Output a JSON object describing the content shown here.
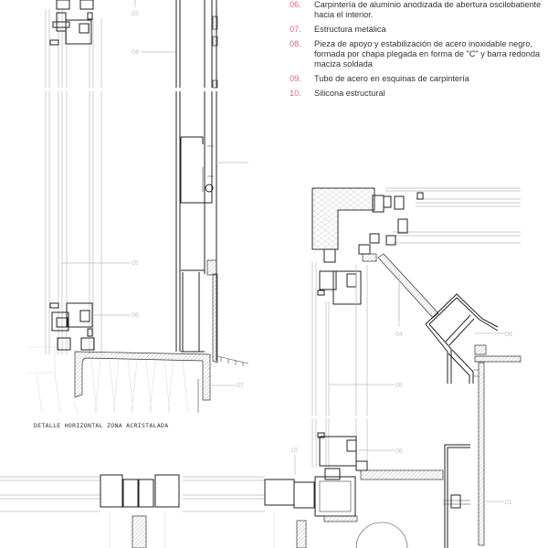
{
  "legend": [
    {
      "num": "06.",
      "text": "Carpintería de aluminio anodizada de abertura oscilobatiente hacia el interior."
    },
    {
      "num": "07.",
      "text": "Estructura metálica"
    },
    {
      "num": "08.",
      "text": "Pieza de apoyo y estabilización de acero inoxidable negro, formada por chapa plegada en forma de \"C\" y barra redonda maciza soldada"
    },
    {
      "num": "09.",
      "text": "Tubo de acero en esquinas de carpintería"
    },
    {
      "num": "10.",
      "text": "Silicona estructural"
    }
  ],
  "caption": "DETALLE HORIZONTAL ZONA ACRISTALADA",
  "left_labels": {
    "l03": "03",
    "l04": "04",
    "l05": "05",
    "l06": "06",
    "l07": "07"
  },
  "right_labels": {
    "l04": "04",
    "l05": "05",
    "l06": "06",
    "l08": "08",
    "l01": "01",
    "l10": "10"
  },
  "colors": {
    "legend_number": "#d4707a",
    "label": "#c4c4c4",
    "line": "#222222"
  }
}
